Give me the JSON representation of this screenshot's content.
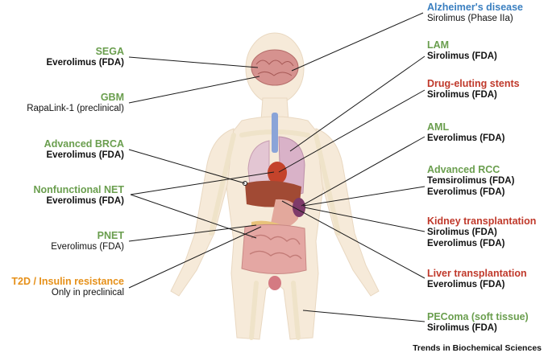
{
  "colors": {
    "green": "#6a9e4e",
    "blue": "#3a7fc0",
    "red": "#c0392b",
    "orange": "#e69019",
    "line": "#1a1a1a"
  },
  "left_labels": [
    {
      "title": "SEGA",
      "drug": "Everolimus (FDA)",
      "color": "green",
      "bold_drug": true
    },
    {
      "title": "GBM",
      "drug": "RapaLink-1 (preclinical)",
      "color": "green",
      "bold_drug": false
    },
    {
      "title": "Advanced BRCA",
      "drug": "Everolimus (FDA)",
      "color": "green",
      "bold_drug": true
    },
    {
      "title": "Nonfunctional NET",
      "drug": "Everolimus (FDA)",
      "color": "green",
      "bold_drug": true
    },
    {
      "title": "PNET",
      "drug": "Everolimus (FDA)",
      "color": "green",
      "bold_drug": false
    },
    {
      "title": "T2D / Insulin resistance",
      "drug": "Only in preclinical",
      "color": "orange",
      "bold_drug": false
    }
  ],
  "right_labels": [
    {
      "title": "Alzheimer's disease",
      "drugs": [
        "Sirolimus (Phase IIa)"
      ],
      "color": "blue",
      "bold_drug": false
    },
    {
      "title": "LAM",
      "drugs": [
        "Sirolimus (FDA)"
      ],
      "color": "green",
      "bold_drug": true
    },
    {
      "title": "Drug-eluting stents",
      "drugs": [
        "Sirolimus (FDA)"
      ],
      "color": "red",
      "bold_drug": true
    },
    {
      "title": "AML",
      "drugs": [
        "Everolimus (FDA)"
      ],
      "color": "green",
      "bold_drug": true
    },
    {
      "title": "Advanced RCC",
      "drugs": [
        "Temsirolimus (FDA)",
        "Everolimus (FDA)"
      ],
      "color": "green",
      "bold_drug": true
    },
    {
      "title": "Kidney transplantation",
      "drugs": [
        "Sirolimus (FDA)",
        "Everolimus (FDA)"
      ],
      "color": "red",
      "bold_drug": true
    },
    {
      "title": "Liver transplantation",
      "drugs": [
        "Everolimus (FDA)"
      ],
      "color": "red",
      "bold_drug": true
    },
    {
      "title": "PEComa (soft tissue)",
      "drugs": [
        "Sirolimus (FDA)"
      ],
      "color": "green",
      "bold_drug": true
    }
  ],
  "credit": "Trends in Biochemical Sciences"
}
